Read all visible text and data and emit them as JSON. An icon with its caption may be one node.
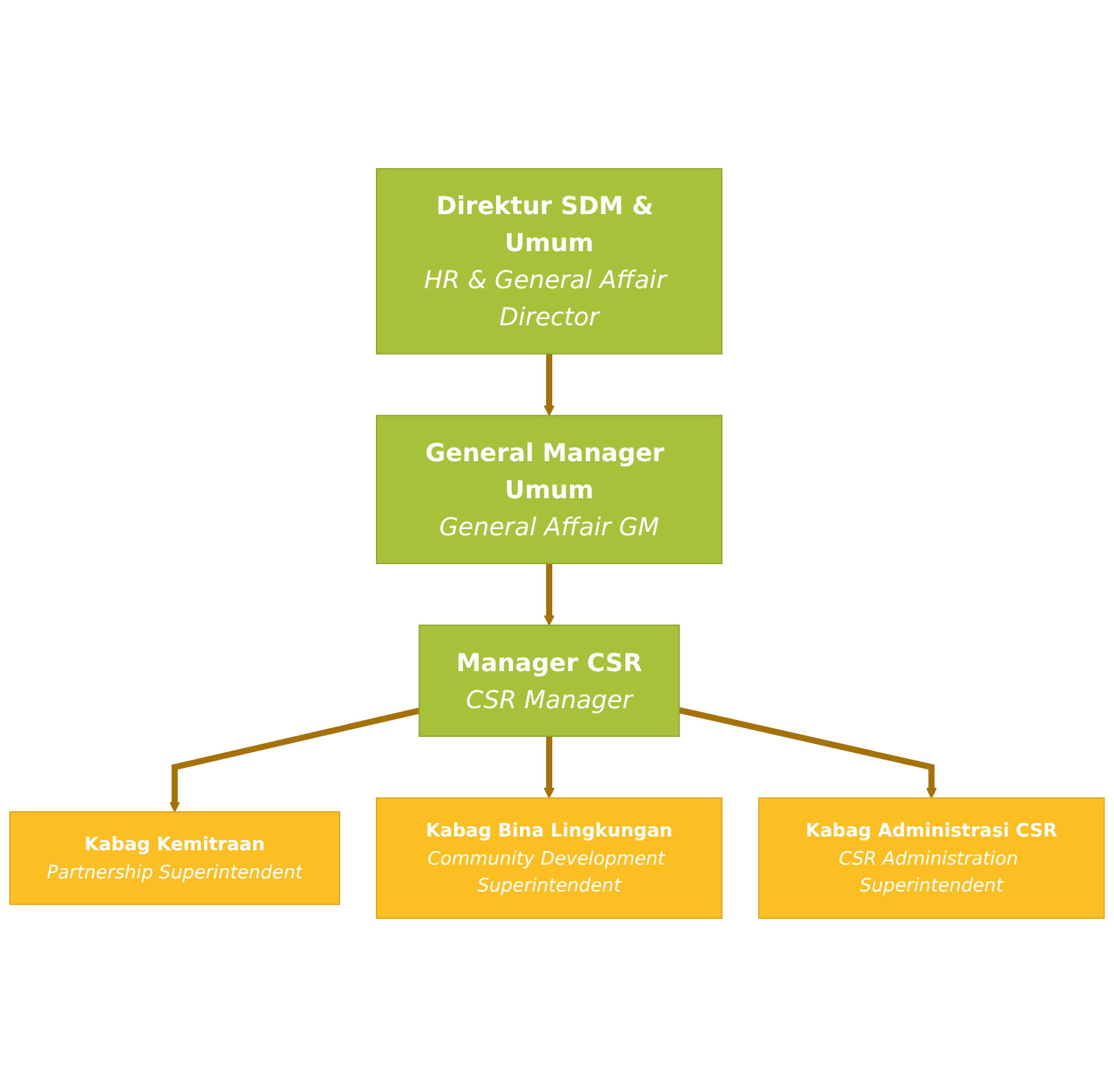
{
  "diagram": {
    "nodes": [
      {
        "text": [
          "Direktur SDM & Umum",
          "HR & General Affair Director"
        ]
      },
      {
        "text": [
          "General Manager Umum",
          "General Affair GM"
        ]
      },
      {
        "text": [
          "Manager CSR",
          "CSR Manager"
        ]
      },
      {
        "text": [
          "Kabag Kemitraan",
          "Partnership Superintendent"
        ]
      },
      {
        "text": [
          "Kabag Bina Lingkungan",
          "Community Development Superintendent"
        ]
      },
      {
        "text": [
          "Kabag Administrasi CSR",
          "CSR Administration Superintendent"
        ]
      }
    ],
    "edges": [
      {
        "from": 0,
        "to": 1,
        "arrow": "to"
      },
      {
        "from": 1,
        "to": 2,
        "arrow": "to"
      },
      {
        "from": 2,
        "to": 3,
        "arrow": "to"
      },
      {
        "from": 2,
        "to": 4,
        "arrow": "to"
      },
      {
        "from": 2,
        "to": 5,
        "arrow": "to"
      }
    ]
  }
}
